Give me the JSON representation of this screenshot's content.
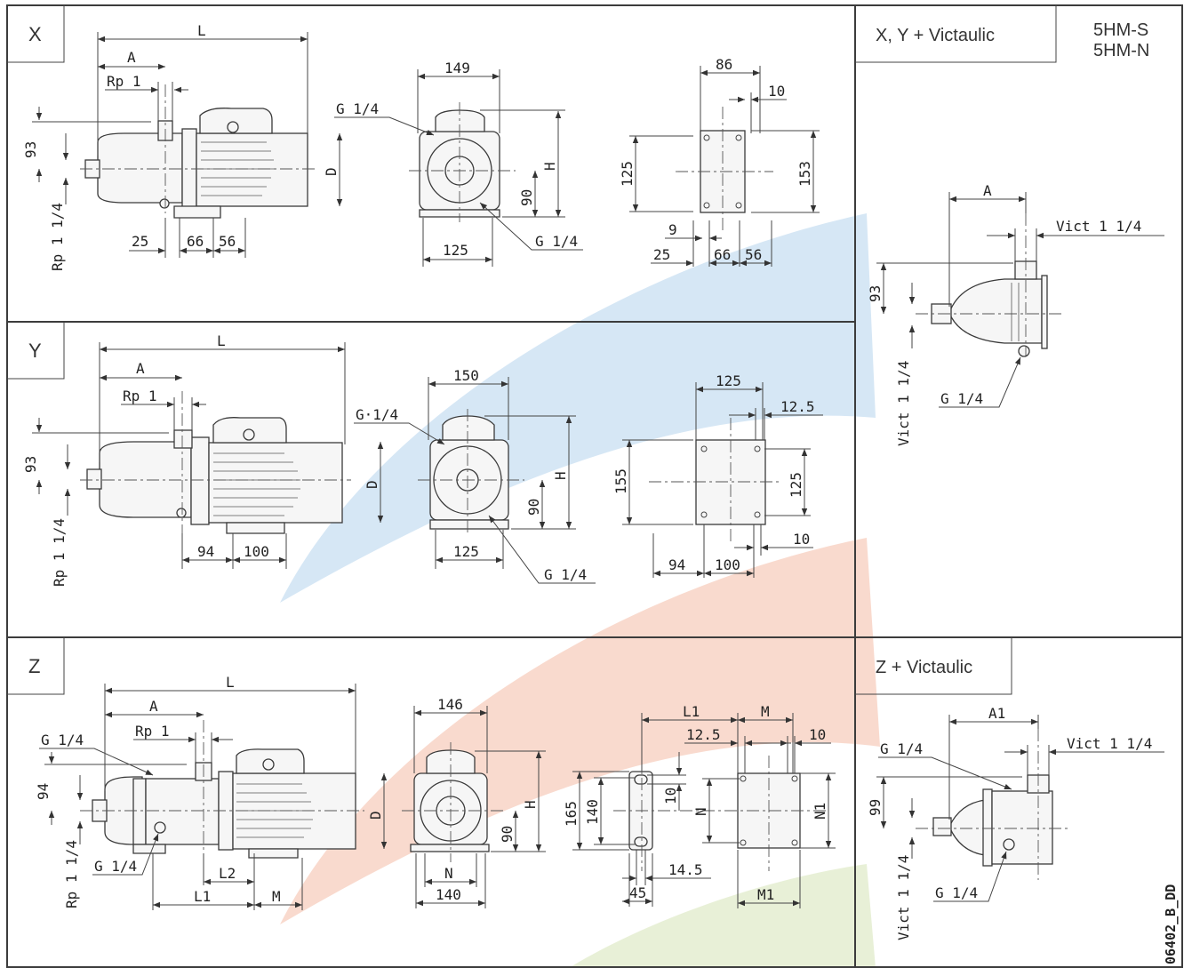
{
  "panels": {
    "x": {
      "label": "X"
    },
    "y": {
      "label": "Y"
    },
    "z": {
      "label": "Z"
    },
    "xy_victaulic": {
      "label": "X, Y + Victaulic"
    },
    "z_victaulic": {
      "label": "Z + Victaulic"
    }
  },
  "models": {
    "line1": "5HM-S",
    "line2": "5HM-N"
  },
  "drawing_code": "06402_B_DD",
  "x": {
    "L": "L",
    "A": "A",
    "Rp1": "Rp 1",
    "d93": "93",
    "Rp114": "Rp 1 1/4",
    "D": "D",
    "d25": "25",
    "d66": "66",
    "d56": "56",
    "d149": "149",
    "G14a": "G 1/4",
    "H": "H",
    "d90": "90",
    "d125": "125",
    "G14b": "G 1/4",
    "d86": "86",
    "d10": "10",
    "d125v": "125",
    "d153": "153",
    "d9": "9",
    "d25b": "25",
    "d66b": "66",
    "d56b": "56"
  },
  "y": {
    "L": "L",
    "A": "A",
    "Rp1": "Rp 1",
    "d93": "93",
    "Rp114": "Rp 1 1/4",
    "D": "D",
    "d94": "94",
    "d100": "100",
    "d150": "150",
    "G14a": "G·1/4",
    "H": "H",
    "d90": "90",
    "d125": "125",
    "G14b": "G 1/4",
    "d125t": "125",
    "d125r": "125",
    "d12_5": "12.5",
    "d155": "155",
    "d10": "10",
    "d94b": "94",
    "d100b": "100"
  },
  "z": {
    "L": "L",
    "A": "A",
    "Rp1": "Rp 1",
    "G14top": "G 1/4",
    "d94": "94",
    "Rp114": "Rp 1 1/4",
    "G14bot": "G 1/4",
    "D": "D",
    "L2": "L2",
    "L1": "L1",
    "M": "M",
    "d146": "146",
    "H": "H",
    "d90": "90",
    "N": "N",
    "d140": "140",
    "L1b": "L1",
    "Mb": "M",
    "d12_5": "12.5",
    "d10": "10",
    "d165": "165",
    "d140v": "140",
    "d10v": "10",
    "Nv": "N",
    "N1": "N1",
    "d14_5": "14.5",
    "d45": "45",
    "M1": "M1"
  },
  "xyv": {
    "A": "A",
    "vict": "Vict 1 1/4",
    "d93": "93",
    "vict_v": "Vict 1 1/4",
    "G14": "G 1/4"
  },
  "zv": {
    "A1": "A1",
    "G14top": "G 1/4",
    "vict": "Vict 1 1/4",
    "d99": "99",
    "vict_v": "Vict 1 1/4",
    "G14bot": "G 1/4"
  },
  "colors": {
    "watermark_blue": "#cfe3f3",
    "watermark_red": "#f8d3c6",
    "watermark_green": "#e4edd0",
    "line": "#333333"
  }
}
